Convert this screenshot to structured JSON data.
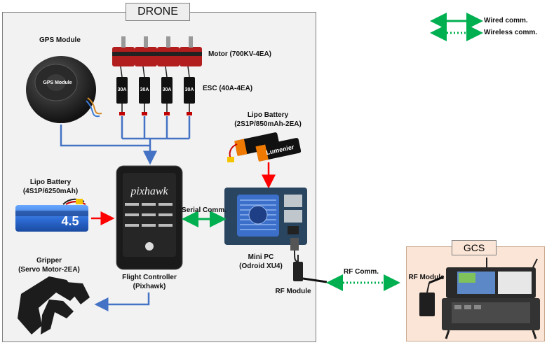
{
  "drone": {
    "title": "DRONE"
  },
  "gcs": {
    "title": "GCS"
  },
  "legend": {
    "wired": "Wired comm.",
    "wireless": "Wireless comm."
  },
  "components": {
    "gps": "GPS Module",
    "gps_device_text": "GPS Module",
    "motor": "Motor (700KV-4EA)",
    "esc": "ESC (40A-4EA)",
    "esc_text": "30A",
    "lipo_small_1": "Lipo Battery",
    "lipo_small_2": "(2S1P/850mAh-2EA)",
    "lipo_small_brand": "Lumenier",
    "lipo_large_1": "Lipo Battery",
    "lipo_large_2": "(4S1P/6250mAh)",
    "lipo_large_text": "4.5",
    "gripper_1": "Gripper",
    "gripper_2": "(Servo Motor-2EA)",
    "fc_1": "Flight Controller",
    "fc_2": "(Pixhawk)",
    "fc_brand": "pixhawk",
    "serial": "Serial Comm.",
    "minipc_1": "Mini PC",
    "minipc_2": "(Odroid XU4)",
    "rf_module_drone": "RF Module",
    "rf_comm": "RF Comm.",
    "rf_module_gcs": "RF Module"
  },
  "colors": {
    "wired": "#00b050",
    "power": "#ff0000",
    "data": "#4472c4"
  }
}
